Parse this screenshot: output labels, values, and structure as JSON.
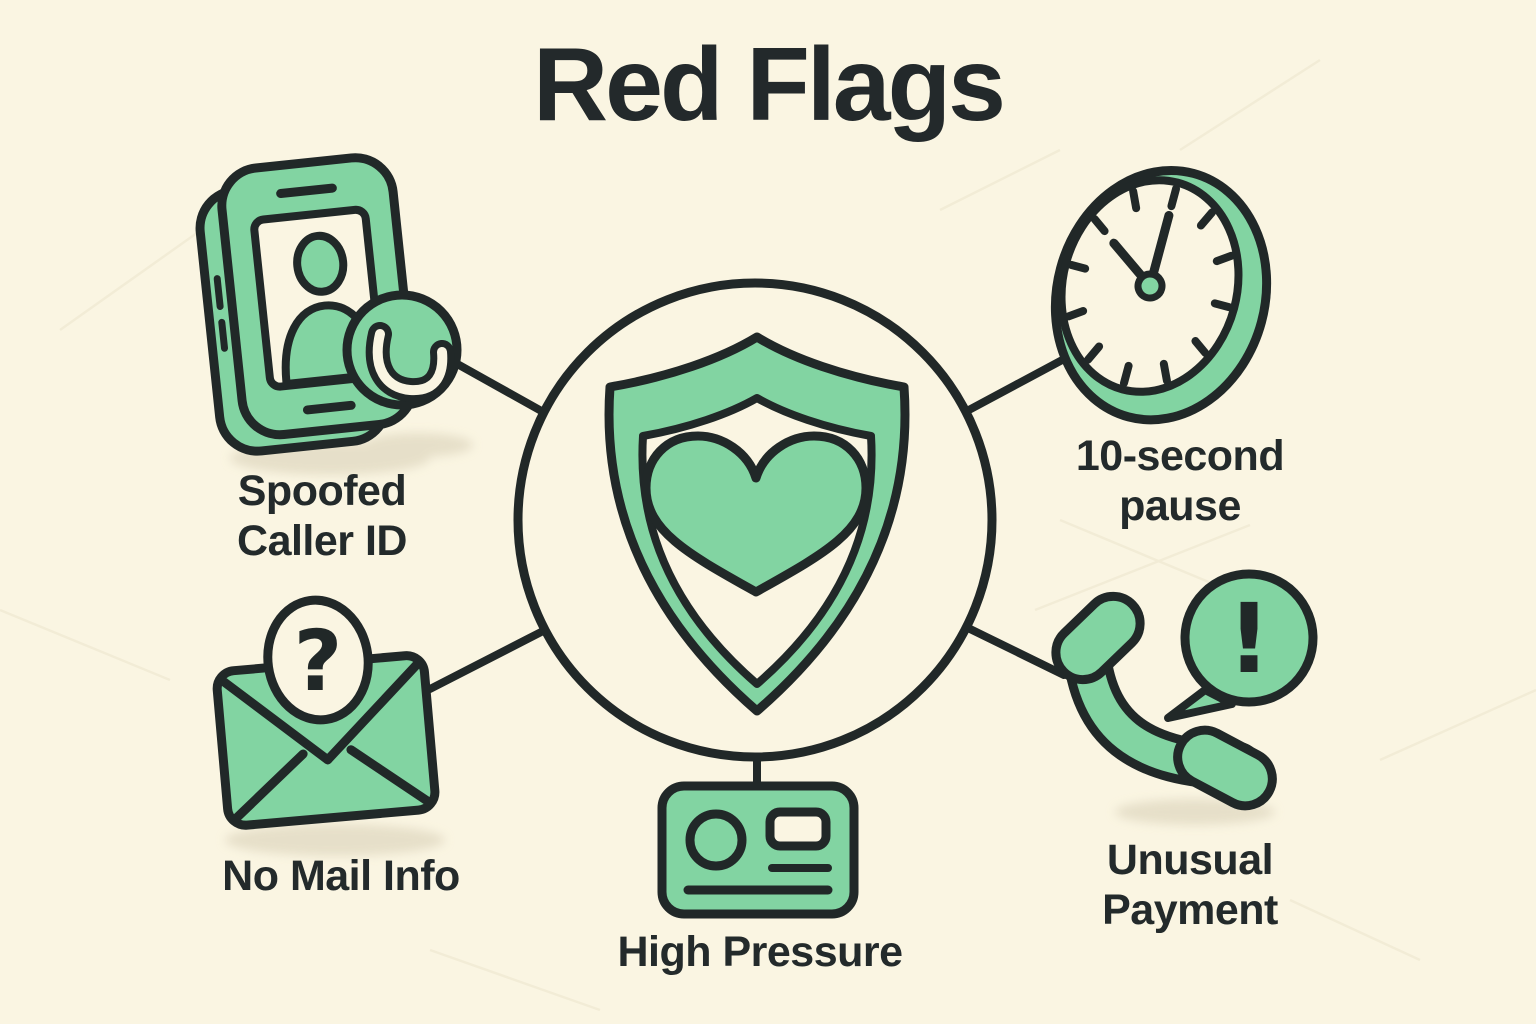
{
  "title": "Red Flags",
  "colors": {
    "background": "#FAF5E2",
    "accent_green": "#82D4A2",
    "outline_dark": "#212828",
    "text": "#232A2B",
    "shadow": "#E3DCC5"
  },
  "center": {
    "icon": "shield-heart-icon"
  },
  "nodes": [
    {
      "id": "spoofed-caller-id",
      "icon": "smartphone-caller-icon",
      "label": "Spoofed Caller ID",
      "line1": "Spoofed",
      "line2": "Caller ID"
    },
    {
      "id": "ten-second-pause",
      "icon": "clock-icon",
      "label": "10-second pause",
      "line1": "10-second",
      "line2": "pause"
    },
    {
      "id": "no-mail-info",
      "icon": "envelope-question-icon",
      "label": "No Mail Info",
      "line1": "No Mail Info",
      "line2": ""
    },
    {
      "id": "high-pressure",
      "icon": "credit-card-icon",
      "label": "High Pressure",
      "line1": "High Pressure",
      "line2": ""
    },
    {
      "id": "unusual-payment",
      "icon": "phone-alert-icon",
      "label": "Unusual Payment",
      "line1": "Unusual",
      "line2": "Payment"
    }
  ],
  "glyphs": {
    "question_mark": "?",
    "exclamation_mark": "!"
  }
}
